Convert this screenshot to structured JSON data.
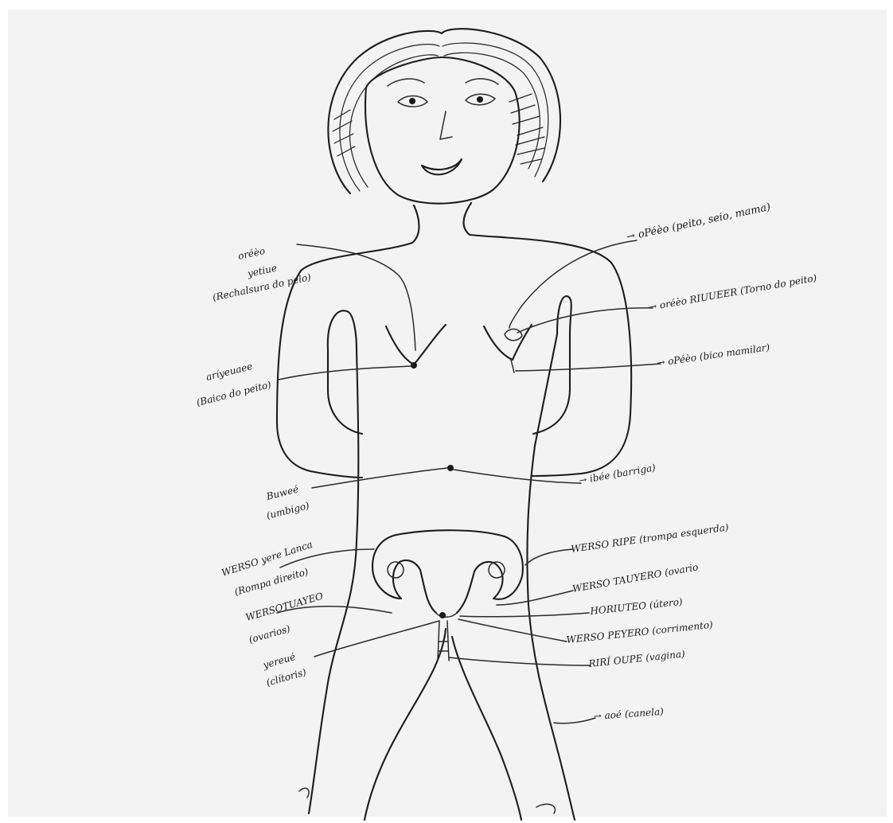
{
  "labels": {
    "left_armpit": [
      "oréèo",
      "yetiue",
      "(Rechalsura do pelo)"
    ],
    "left_nipple": [
      "aríyeuaee",
      "(Baico do peito)"
    ],
    "left_navel": [
      "Buweé",
      "(umbigo)"
    ],
    "left_uterus_right": [
      "WERSO yere Lanca",
      "(Rompa direito)"
    ],
    "left_ovary": [
      "WERSOTUAYEO",
      "(ovarios)"
    ],
    "left_clitoris": [
      "yereué",
      "(clítoris)"
    ],
    "right_breast": "→ oPéèo (peito, seio, mama)",
    "right_areola": "→ oréèo RIUUEER (Torno do peito)",
    "right_nipple_tip": "→ oPéèo (bico mamilar)",
    "right_belly": "→ ibée (barriga)",
    "right_uterus_left": "WERSO RIPE (trompa esquerda)",
    "right_uterus_body": "WERSO TAUYERO (ovario",
    "right_uterus_mid": "HORIUTEO (útero)",
    "right_cervix": "WERSO PEYERO (corrimento)",
    "right_vagina": "RIRÍ OUPE (vagina)",
    "right_leg": "→ aoé (canela)"
  }
}
